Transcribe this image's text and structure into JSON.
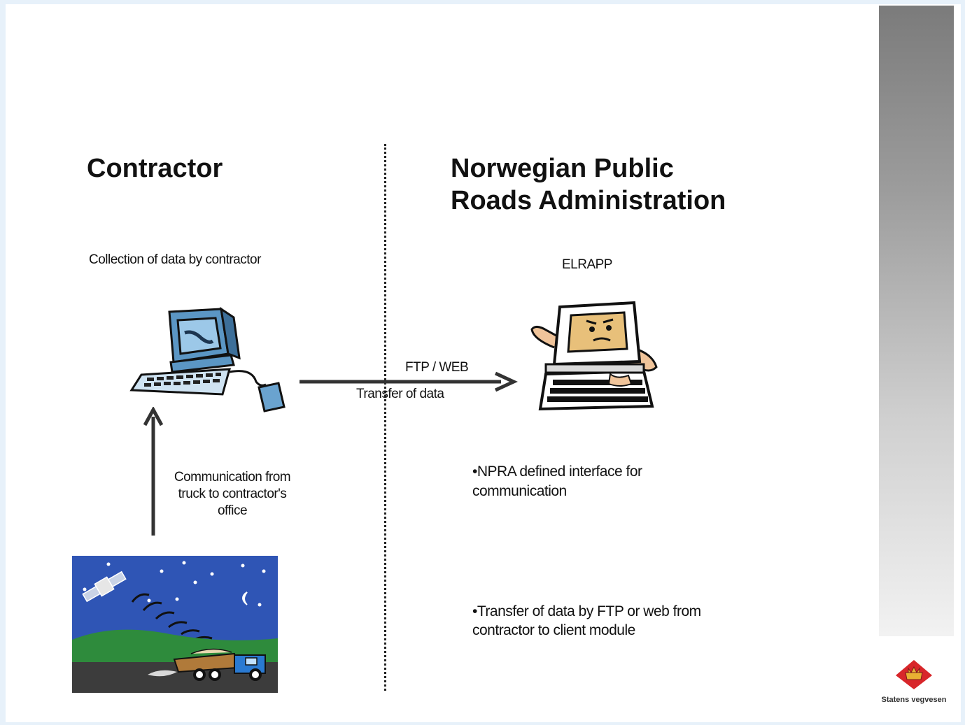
{
  "contractor": {
    "heading": "Contractor",
    "collection_caption": "Collection of data by contractor",
    "communication_lines": [
      "Communication from",
      "truck to contractor's",
      "office"
    ]
  },
  "npra": {
    "heading_line1": "Norwegian Public",
    "heading_line2": "Roads Administration",
    "system_caption": "ELRAPP",
    "bullet1_line1": "•NPRA defined  interface for",
    "bullet1_line2": "communication",
    "bullet2_line1": "•Transfer of data by FTP or web from",
    "bullet2_line2": "contractor to client module"
  },
  "transfer": {
    "label_top": "FTP / WEB",
    "label_bottom": "Transfer of data"
  },
  "logo": {
    "caption": "Statens vegvesen"
  },
  "icons": {
    "computer": "computer-icon",
    "elrapp": "cartoon-computer-icon",
    "satellite": "satellite-truck-scene",
    "logo": "statens-vegvesen-logo"
  },
  "colors": {
    "frame": "#e7f1fa",
    "computer_blue": "#5b96c4",
    "logo_red": "#d8262a",
    "logo_gold": "#e8b033"
  }
}
